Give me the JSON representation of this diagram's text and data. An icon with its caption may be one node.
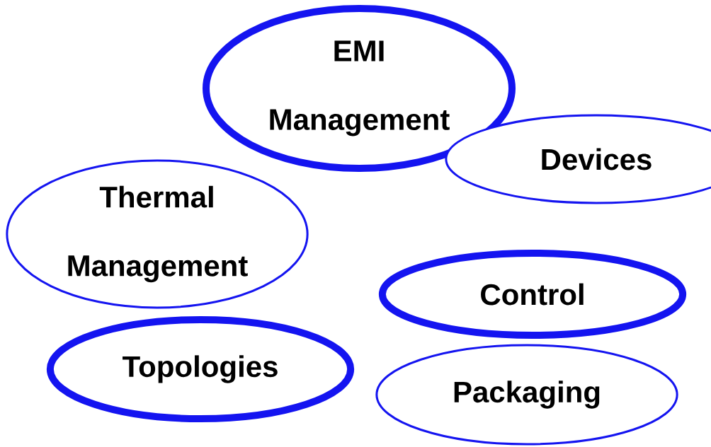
{
  "diagram": {
    "nodes": [
      {
        "text": [
          "EMI Management"
        ]
      },
      {
        "text": [
          "Devices"
        ]
      },
      {
        "text": [
          "Thermal Management"
        ]
      },
      {
        "text": [
          "Control"
        ]
      },
      {
        "text": [
          "Topologies"
        ]
      },
      {
        "text": [
          "Packaging"
        ]
      }
    ]
  }
}
